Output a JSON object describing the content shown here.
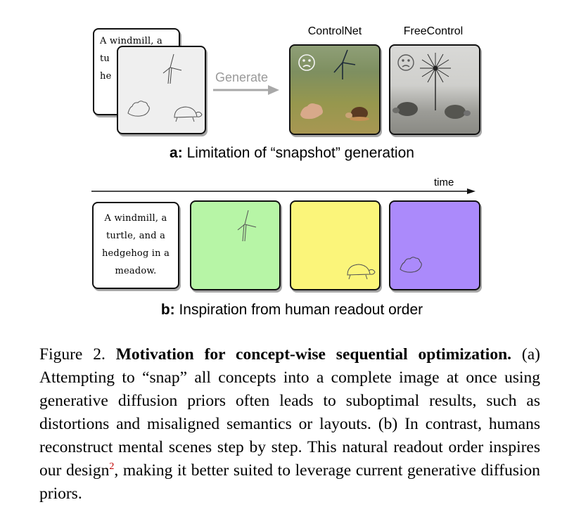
{
  "panel_a": {
    "back_card_text": "A windmill, a turtle, and a hedgehog in a meadow.",
    "back_card_visible": [
      "A windmill, a",
      "tu",
      "he"
    ],
    "generate_label": "Generate",
    "models": [
      "ControlNet",
      "FreeControl"
    ],
    "sad_face_icon": "frown-face-icon",
    "subcaption_bold": "a:",
    "subcaption": " Limitation of “snapshot” generation"
  },
  "panel_b": {
    "time_label": "time",
    "text_lines": [
      "A windmill, a",
      "turtle, and a",
      "hedgehog in a",
      "meadow."
    ],
    "stage_colors": [
      "#b7f5a6",
      "#fbf57a",
      "#ab8afb"
    ],
    "stage_concepts": [
      "windmill",
      "turtle",
      "hedgehog"
    ],
    "subcaption_bold": "b:",
    "subcaption": " Inspiration from human readout order"
  },
  "caption": {
    "label": "Figure 2.",
    "title": "Motivation for concept-wise sequential optimization.",
    "part1": "(a) Attempting to “snap” all concepts into a complete image at once using generative diffusion priors often leads to suboptimal results, such as distortions and misaligned semantics or layouts. (b) In contrast, humans reconstruct mental scenes step by step. This natural readout order inspires our design",
    "footnote": "2",
    "part2": ", making it better suited to leverage current generative diffusion priors."
  },
  "colors": {
    "sketch_card": "#efefef",
    "arrow_gray": "#a8a8a8"
  }
}
